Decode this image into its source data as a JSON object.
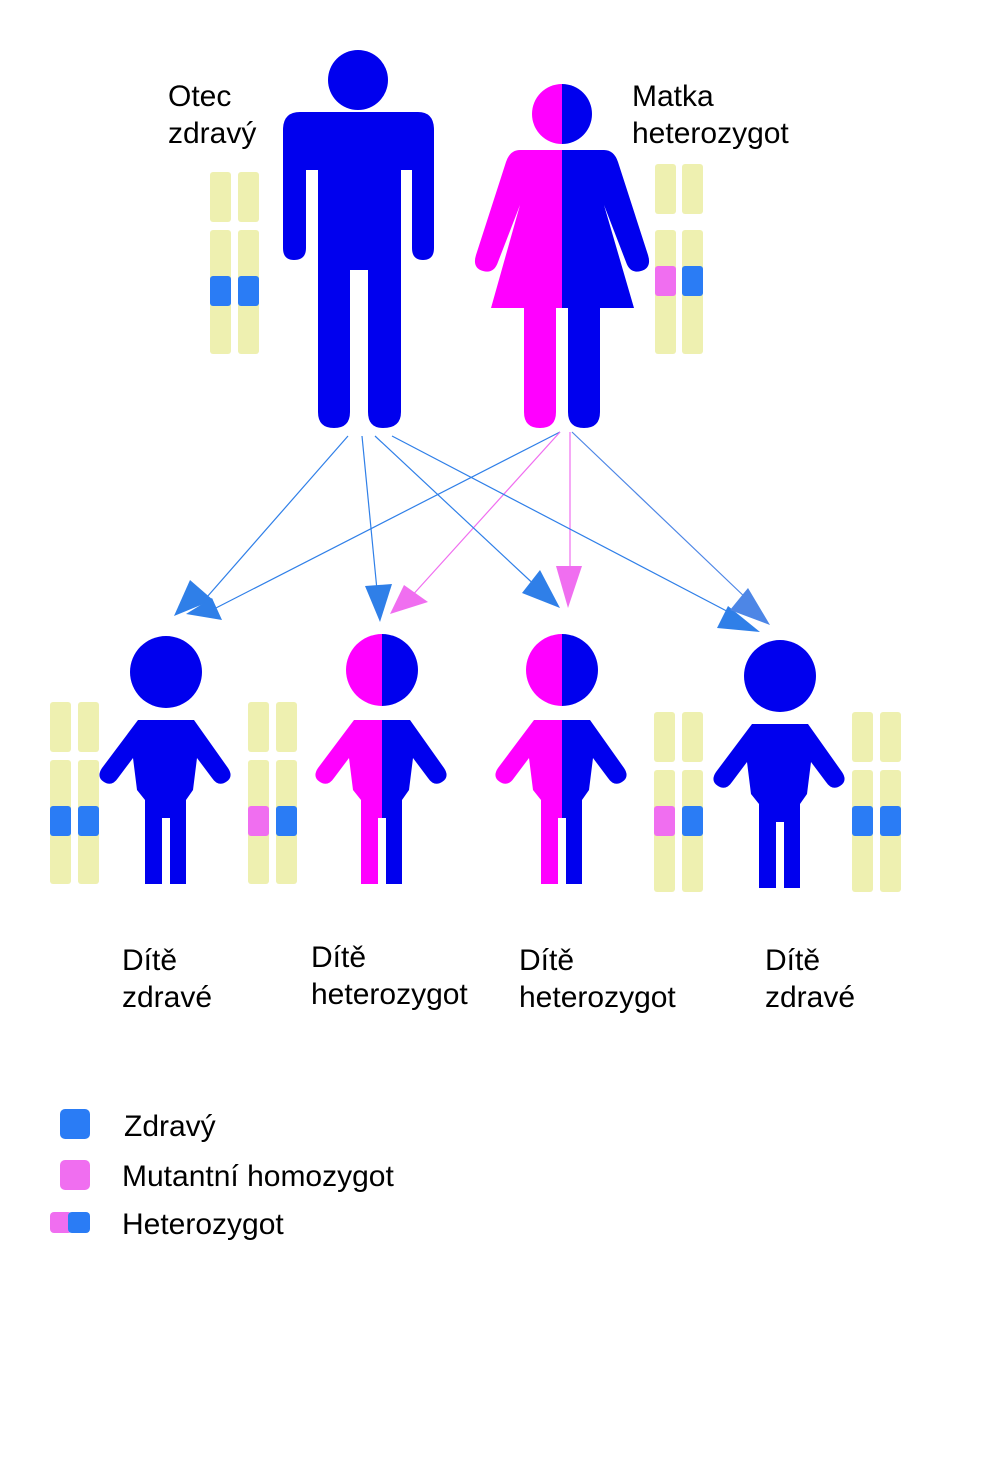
{
  "colors": {
    "blue": "#0000ee",
    "magenta": "#ff00ff",
    "chromosome": "#eef0b0",
    "allele_healthy": "#2a7cf5",
    "allele_mutant": "#f06ef0",
    "arrow_blue": "#2f7fe8",
    "arrow_magenta": "#f06ef0"
  },
  "parents": {
    "father": {
      "line1": "Otec",
      "line2": "zdravý",
      "icon": "man-icon",
      "genotype": [
        "healthy",
        "healthy"
      ]
    },
    "mother": {
      "line1": "Matka",
      "line2": "heterozygot",
      "icon": "woman-icon",
      "genotype": [
        "mutant",
        "healthy"
      ]
    }
  },
  "children": [
    {
      "line1": "Dítě",
      "line2": "zdravé",
      "genotype": [
        "healthy",
        "healthy"
      ]
    },
    {
      "line1": "Dítě",
      "line2": "heterozygot",
      "genotype": [
        "mutant",
        "healthy"
      ]
    },
    {
      "line1": "Dítě",
      "line2": "heterozygot",
      "genotype": [
        "mutant",
        "healthy"
      ]
    },
    {
      "line1": "Dítě",
      "line2": "zdravé",
      "genotype": [
        "healthy",
        "healthy"
      ]
    }
  ],
  "legend": [
    {
      "label": "Zdravý",
      "swatch": "healthy"
    },
    {
      "label": "Mutantní homozygot",
      "swatch": "mutant"
    },
    {
      "label": "Heterozygot",
      "swatch": "heterozygous"
    }
  ]
}
